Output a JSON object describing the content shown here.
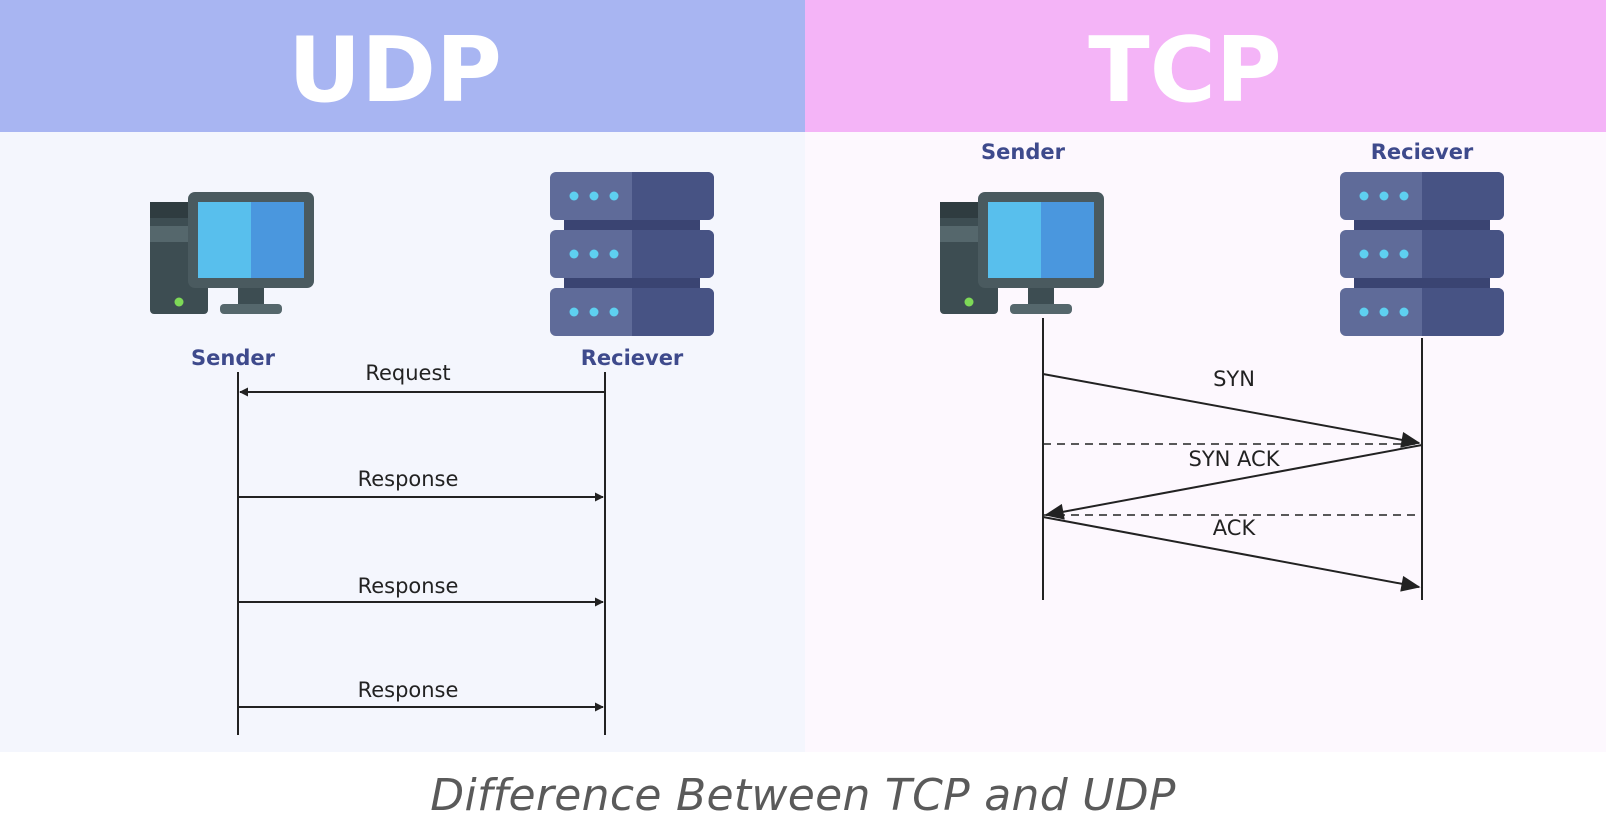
{
  "colors": {
    "udp_header": "#a8b5f2",
    "udp_body": "#f4f6fd",
    "tcp_header": "#f4b4f7",
    "tcp_body": "#fdf8fe",
    "node_label": "#3e4a8c",
    "line": "#222222",
    "monitor_screen": "#4fb5e8",
    "server_dark": "#475384",
    "server_light": "#5f6b99",
    "server_dot": "#5ed0f0"
  },
  "udp": {
    "title": "UDP",
    "sender_label": "Sender",
    "receiver_label": "Reciever",
    "messages": [
      {
        "label": "Request",
        "direction": "receiver-to-sender"
      },
      {
        "label": "Response",
        "direction": "sender-to-receiver"
      },
      {
        "label": "Response",
        "direction": "sender-to-receiver"
      },
      {
        "label": "Response",
        "direction": "sender-to-receiver"
      }
    ]
  },
  "tcp": {
    "title": "TCP",
    "sender_label": "Sender",
    "receiver_label": "Reciever",
    "messages": [
      {
        "label": "SYN",
        "direction": "sender-to-receiver"
      },
      {
        "label": "SYN ACK",
        "direction": "receiver-to-sender"
      },
      {
        "label": "ACK",
        "direction": "sender-to-receiver"
      }
    ]
  },
  "caption": "Difference Between TCP and UDP",
  "icons": {
    "sender": "desktop-computer-icon",
    "receiver": "server-rack-icon"
  }
}
